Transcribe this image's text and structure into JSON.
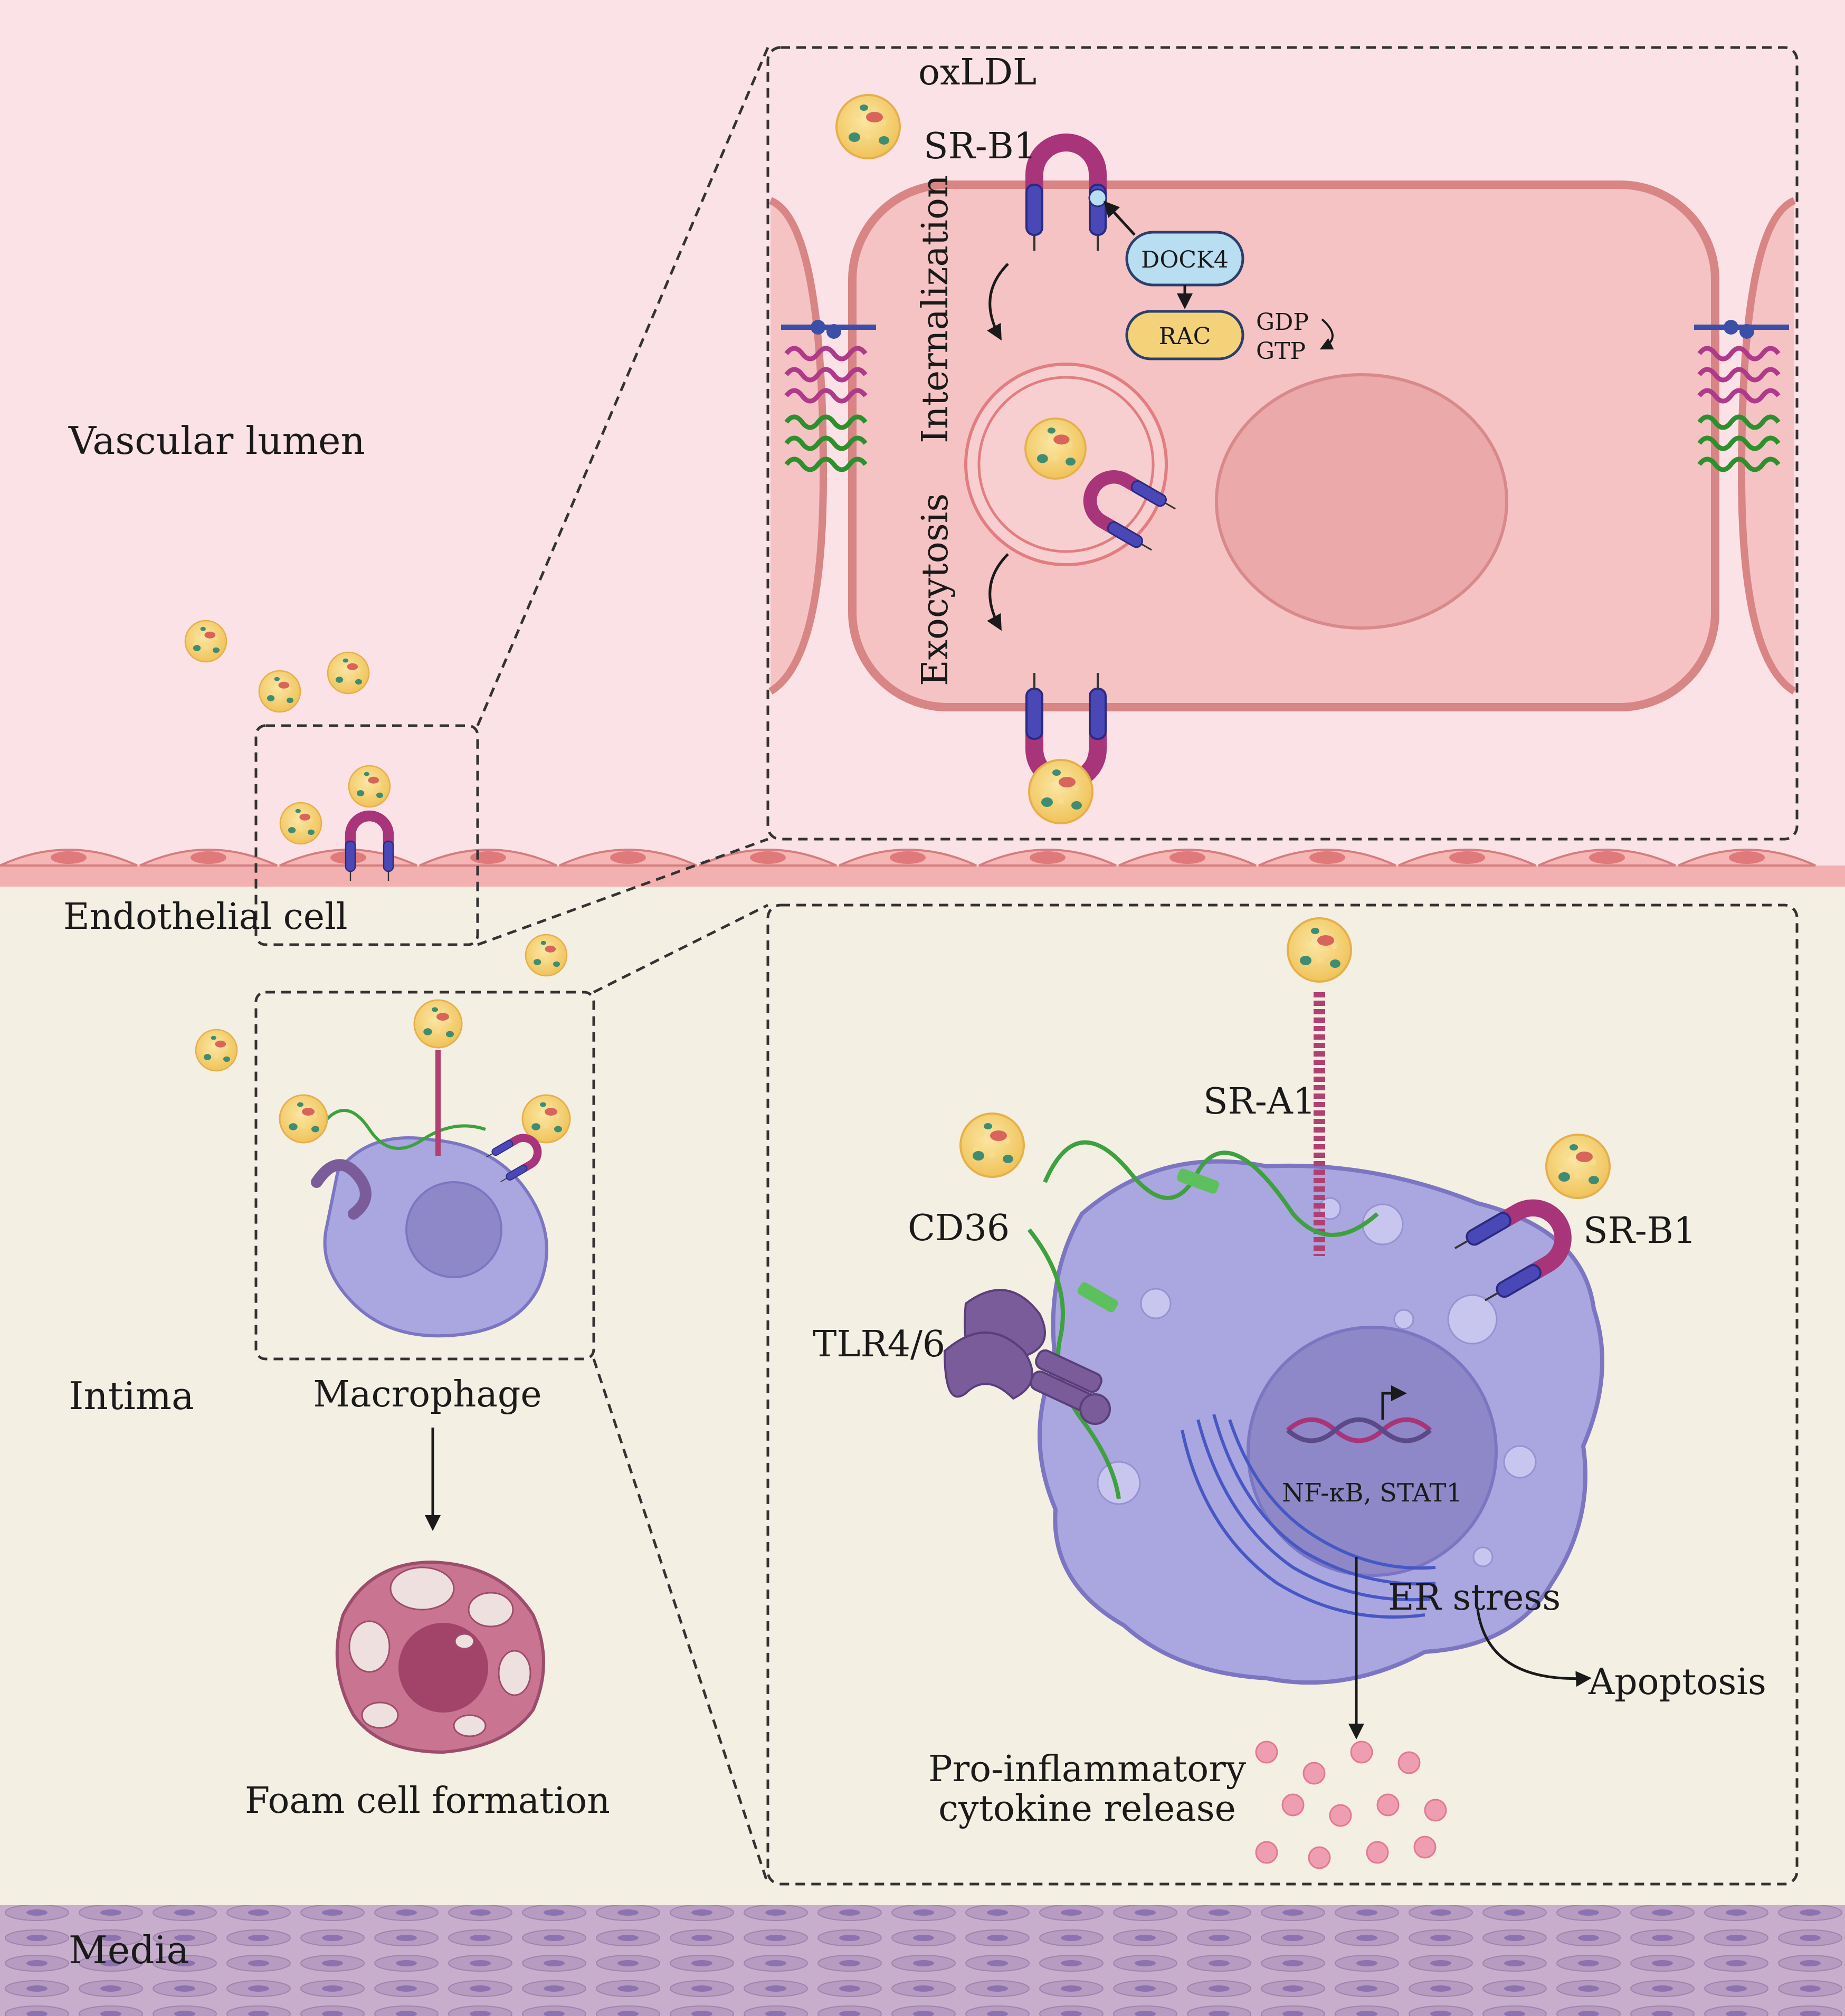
{
  "regions": {
    "lumen": "Vascular lumen",
    "endothelial": "Endothelial cell",
    "intima": "Intima",
    "media": "Media"
  },
  "top_panel": {
    "oxldl": "oxLDL",
    "srb1": "SR-B1",
    "dock4": "DOCK4",
    "rac": "RAC",
    "gdp": "GDP",
    "gtp": "GTP",
    "internalization": "Internalization",
    "exocytosis": "Exocytosis"
  },
  "left_panel": {
    "macrophage": "Macrophage",
    "foam": "Foam cell formation"
  },
  "bottom_panel": {
    "sra1": "SR-A1",
    "cd36": "CD36",
    "srb1": "SR-B1",
    "tlr": "TLR4/6",
    "nfkb": "NF-κB, STAT1",
    "er": "ER stress",
    "apoptosis": "Apoptosis",
    "cytokine_line1": "Pro-inflammatory",
    "cytokine_line2": "cytokine release"
  },
  "colors": {
    "lumen_bg": "#fbe2e6",
    "intima_bg": "#f4efe3",
    "media_bg": "#c4aacb",
    "cell_fill": "#f6c3c4",
    "cell_stroke": "#d88585",
    "nucleus": "#eca9aa",
    "macrophage": "#aaa6e0",
    "macro_nucleus": "#8e88c8",
    "srb1": "#a8347a",
    "srb1_ends": "#4a48b6",
    "dock4": "#b9def2",
    "rac": "#f4d27a",
    "cd36": "#3fa03f",
    "tlr": "#7a5c9a",
    "foam_cell": "#c97592",
    "cytokine": "#ef9db1"
  }
}
